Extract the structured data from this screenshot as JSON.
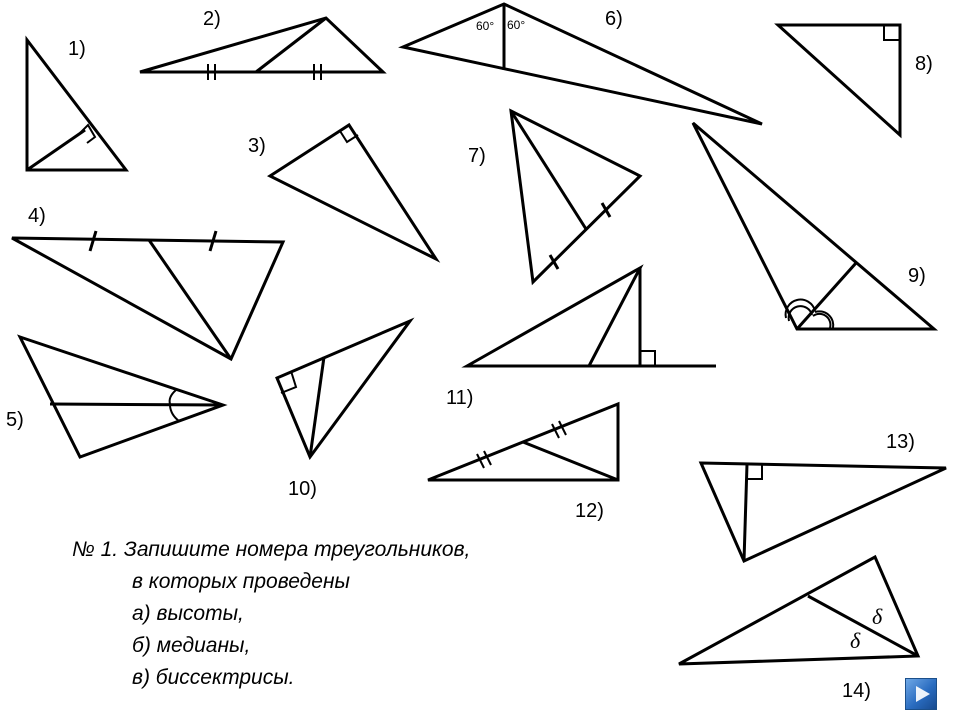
{
  "figures": [
    {
      "label": "1)"
    },
    {
      "label": "2)"
    },
    {
      "label": "3)"
    },
    {
      "label": "4)"
    },
    {
      "label": "5)"
    },
    {
      "label": "6)",
      "angles": [
        "60°",
        "60°"
      ]
    },
    {
      "label": "7)"
    },
    {
      "label": "8)"
    },
    {
      "label": "9)"
    },
    {
      "label": "10)"
    },
    {
      "label": "11)"
    },
    {
      "label": "12)"
    },
    {
      "label": "13)"
    },
    {
      "label": "14)",
      "angle_marks": [
        "δ",
        "δ"
      ]
    }
  ],
  "task": {
    "line1": "№ 1.  Запишите номера треугольников,",
    "line2": "в которых проведены",
    "line3": "а) высоты,",
    "line4": "б) медианы,",
    "line5": "в) биссектрисы."
  },
  "nav": {
    "next_icon": "next-arrow-icon",
    "color": "#2a6cc0"
  }
}
